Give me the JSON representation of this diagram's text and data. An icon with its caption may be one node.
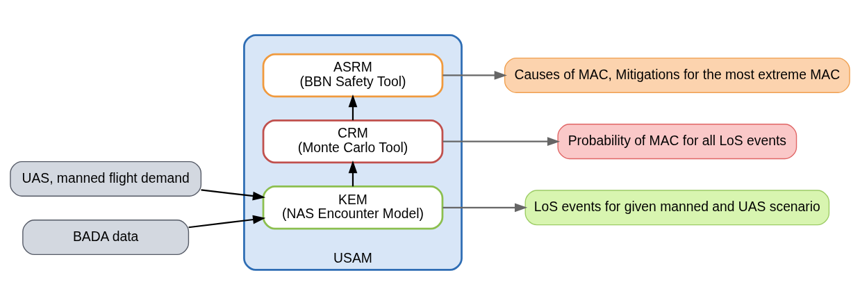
{
  "diagram": {
    "nodes": [
      {
        "text": [
          "UAS, manned flight demand"
        ]
      },
      {
        "text": [
          "BADA data"
        ]
      },
      {
        "text": [
          "USAM"
        ]
      },
      {
        "text": [
          "KEM",
          "(NAS Encounter Model)"
        ],
        "in": 2
      },
      {
        "text": [
          "CRM",
          "(Monte Carlo Tool)"
        ],
        "in": 2
      },
      {
        "text": [
          "ASRM",
          "(BBN Safety Tool)"
        ],
        "in": 2
      },
      {
        "text": [
          "LoS events for given manned and UAS scenario"
        ]
      },
      {
        "text": [
          "Probability of MAC for all LoS events"
        ]
      },
      {
        "text": [
          "Causes of MAC, Mitigations for the most extreme MAC"
        ]
      }
    ],
    "edges": [
      {
        "from": 0,
        "to": 3,
        "arrow": "to"
      },
      {
        "from": 1,
        "to": 3,
        "arrow": "to"
      },
      {
        "from": 3,
        "to": 4,
        "arrow": "to"
      },
      {
        "from": 4,
        "to": 5,
        "arrow": "to"
      },
      {
        "from": 3,
        "to": 6,
        "arrow": "to",
        "color": "#666666"
      },
      {
        "from": 4,
        "to": 7,
        "arrow": "to",
        "color": "#666666"
      },
      {
        "from": 5,
        "to": 8,
        "arrow": "to",
        "color": "#666666"
      }
    ]
  }
}
